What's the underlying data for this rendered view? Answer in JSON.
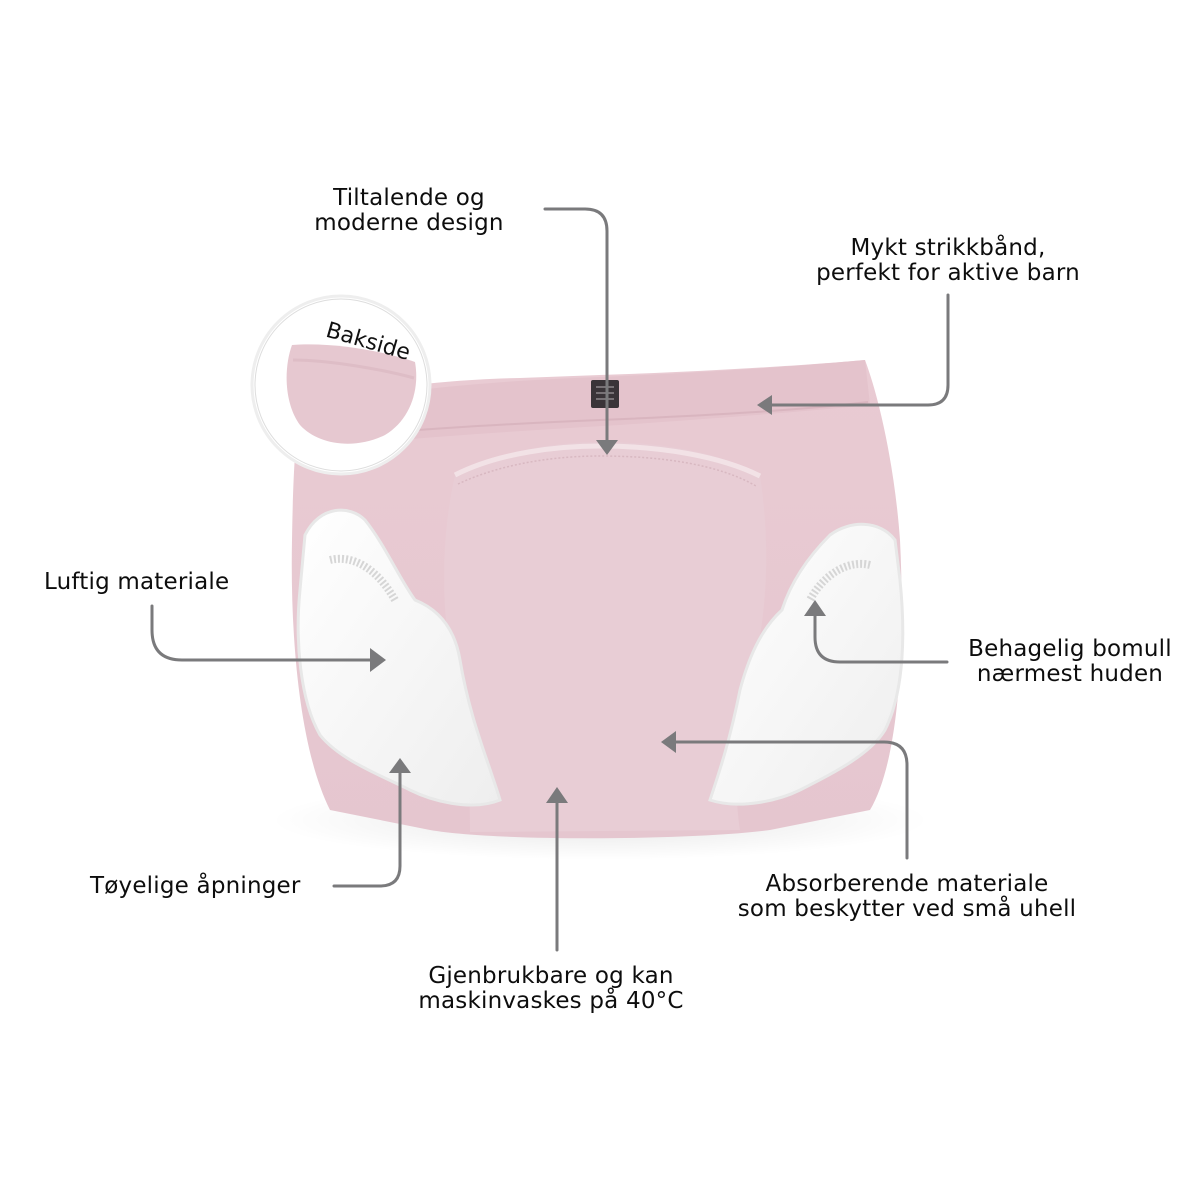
{
  "product": {
    "name": "Training pants (pink)",
    "fabric_color": "#e6c8d0",
    "fabric_shadow": "#d9b3be",
    "trim_color": "#f7f6f6",
    "tag_color": "#3a3438"
  },
  "inset": {
    "label": "Bakside"
  },
  "annotations": {
    "design": {
      "line1": "Tiltalende og",
      "line2": "moderne design"
    },
    "waistband": {
      "line1": "Mykt strikkbånd,",
      "line2": "perfekt for aktive barn"
    },
    "airy": {
      "line1": "Luftig materiale"
    },
    "cotton": {
      "line1": "Behagelig bomull",
      "line2": "nærmest huden"
    },
    "openings": {
      "line1": "Tøyelige åpninger"
    },
    "absorbent": {
      "line1": "Absorberende materiale",
      "line2": "som beskytter ved små uhell"
    },
    "reusable": {
      "line1": "Gjenbrukbare og kan",
      "line2": "maskinvaskes på 40°C"
    }
  },
  "colors": {
    "arrow": "#7a7a7c",
    "text": "#0d0d0d",
    "background": "#ffffff"
  }
}
